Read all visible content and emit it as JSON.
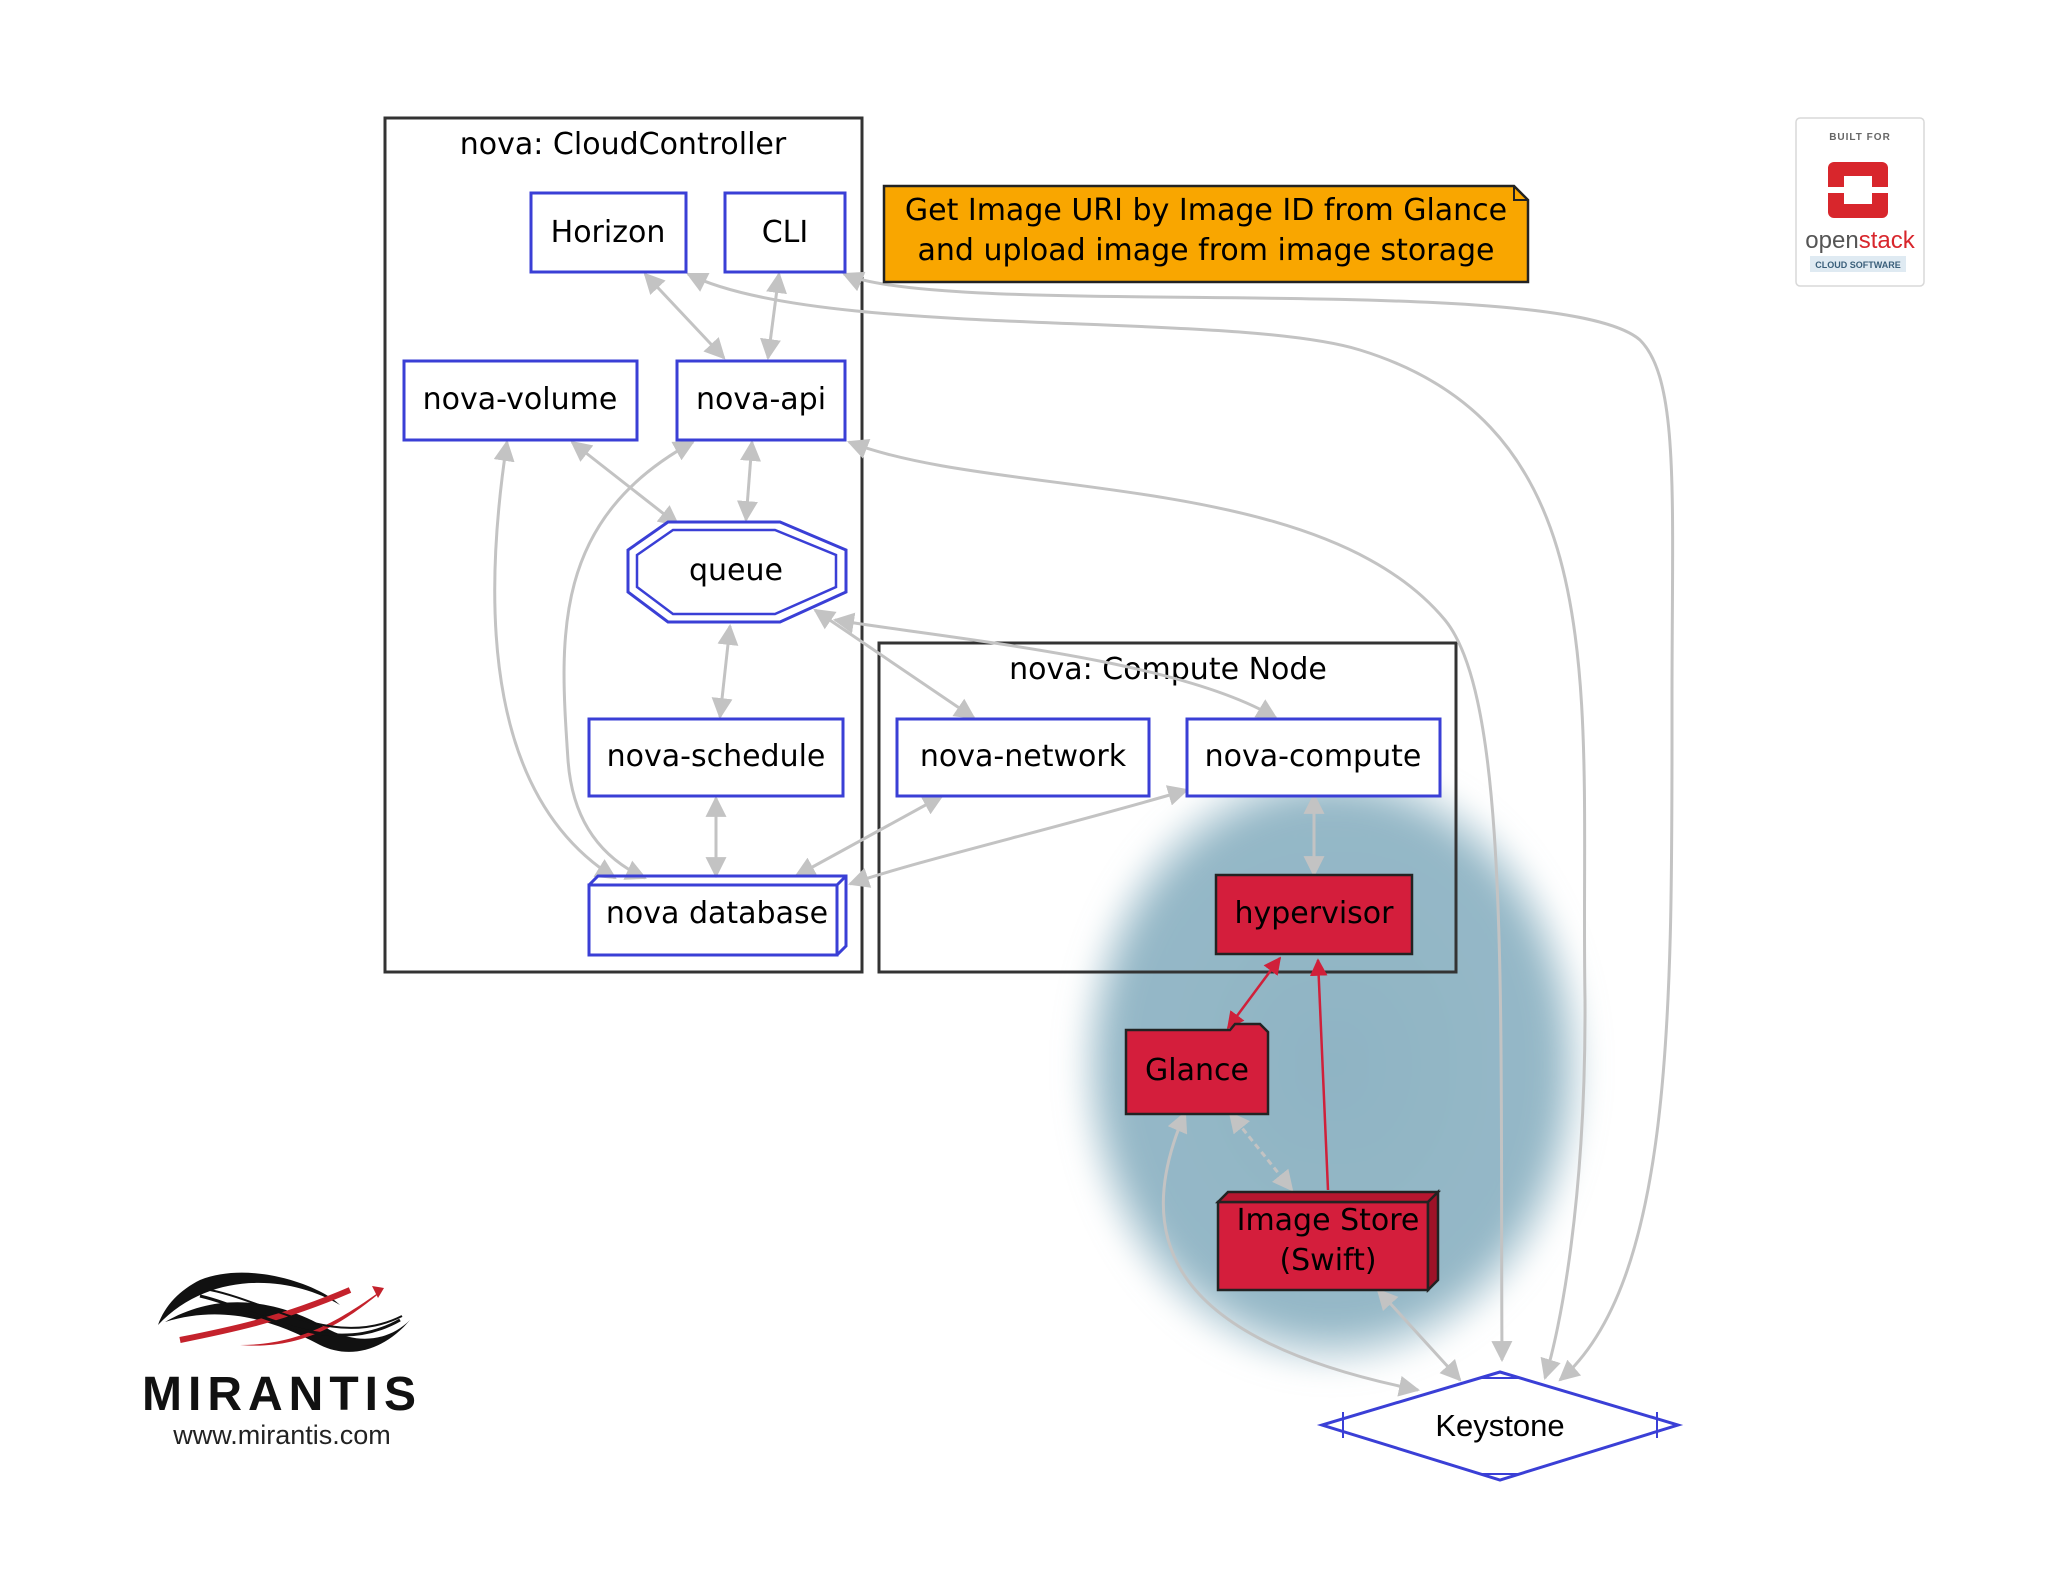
{
  "clusters": {
    "cloud_controller": "nova: CloudController",
    "compute_node": "nova: Compute Node"
  },
  "nodes": {
    "horizon": "Horizon",
    "cli": "CLI",
    "nova_volume": "nova-volume",
    "nova_api": "nova-api",
    "queue": "queue",
    "nova_schedule": "nova-schedule",
    "nova_database": "nova database",
    "nova_network": "nova-network",
    "nova_compute": "nova-compute",
    "hypervisor": "hypervisor",
    "glance": "Glance",
    "image_store_line1": "Image Store",
    "image_store_line2": "(Swift)",
    "keystone": "Keystone"
  },
  "note": {
    "line1": "Get Image URI by Image ID from Glance",
    "line2": "and upload image from image storage"
  },
  "mirantis": {
    "name": "MIRANTIS",
    "url": "www.mirantis.com"
  },
  "openstack": {
    "built_for": "BUILT FOR",
    "name_part1": "open",
    "name_part2": "stack",
    "cloud_software": "CLOUD SOFTWARE"
  },
  "colors": {
    "node_border": "#3a3fd6",
    "red_fill": "#d41e3c",
    "note_fill": "#f9a600",
    "edge_gray": "#c3c3c3",
    "highlight_blob": "#8fb4c4"
  }
}
